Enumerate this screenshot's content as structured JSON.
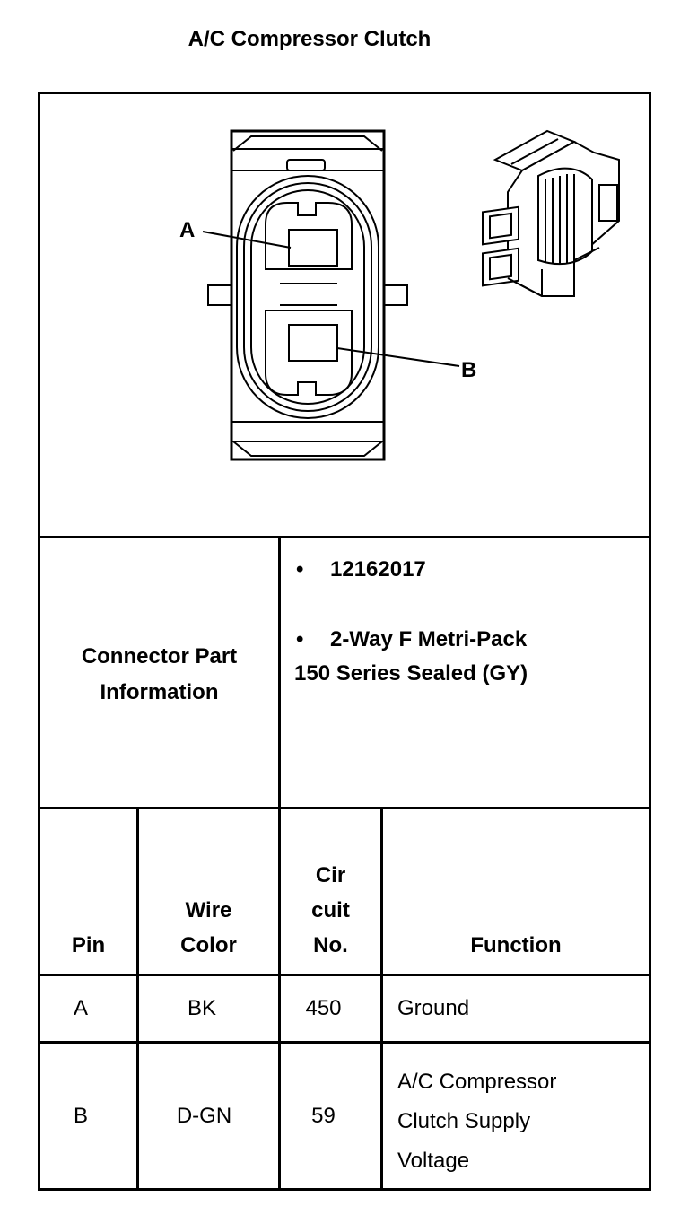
{
  "title": "A/C Compressor Clutch",
  "diagram": {
    "pin_label_a": "A",
    "pin_label_b": "B"
  },
  "connector_info": {
    "label_line1": "Connector Part",
    "label_line2": "Information",
    "bullet_glyph": "•",
    "part_number": "12162017",
    "desc_line1": "2-Way F Metri-Pack",
    "desc_line2": "150 Series Sealed (GY)"
  },
  "table": {
    "headers": {
      "pin": "Pin",
      "wire_color_1": "Wire",
      "wire_color_2": "Color",
      "circuit_1": "Cir",
      "circuit_2": "cuit",
      "circuit_3": "No.",
      "function": "Function"
    },
    "rows": [
      {
        "pin": "A",
        "wire_color": "BK",
        "circuit": "450",
        "function": [
          "Ground"
        ]
      },
      {
        "pin": "B",
        "wire_color": "D-GN",
        "circuit": "59",
        "function": [
          "A/C Compressor",
          "Clutch Supply",
          "Voltage"
        ]
      }
    ]
  }
}
